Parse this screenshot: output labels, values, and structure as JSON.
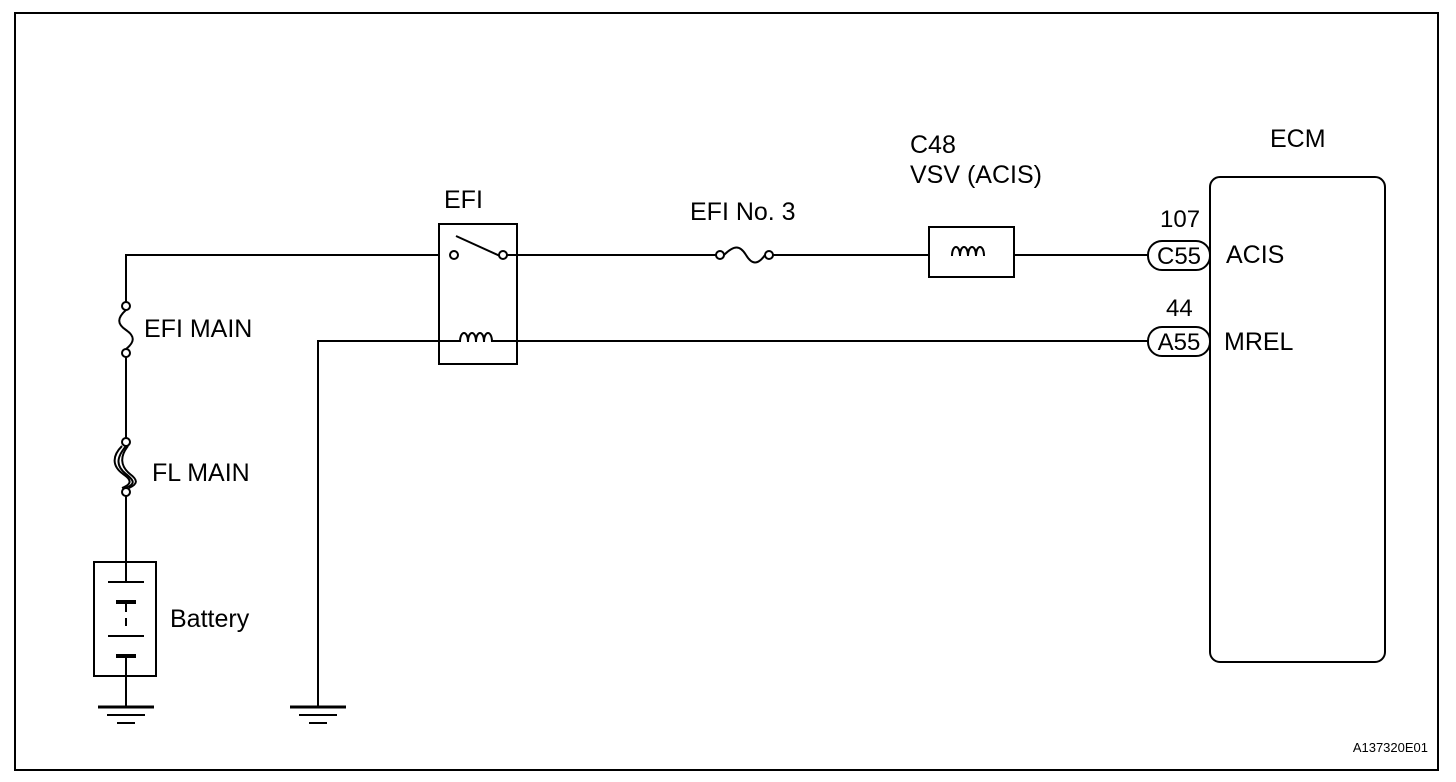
{
  "colors": {
    "line": "#000000",
    "background": "#ffffff"
  },
  "labels": {
    "ecm": "ECM",
    "connector_code": "C48",
    "vsv": "VSV (ACIS)",
    "efi_relay": "EFI",
    "efi_no3": "EFI No. 3",
    "efi_main": "EFI MAIN",
    "fl_main": "FL MAIN",
    "battery": "Battery"
  },
  "ecm_pins": [
    {
      "number": "107",
      "connector": "C55",
      "signal": "ACIS"
    },
    {
      "number": "44",
      "connector": "A55",
      "signal": "MREL"
    }
  ],
  "figure_code": "A137320E01"
}
